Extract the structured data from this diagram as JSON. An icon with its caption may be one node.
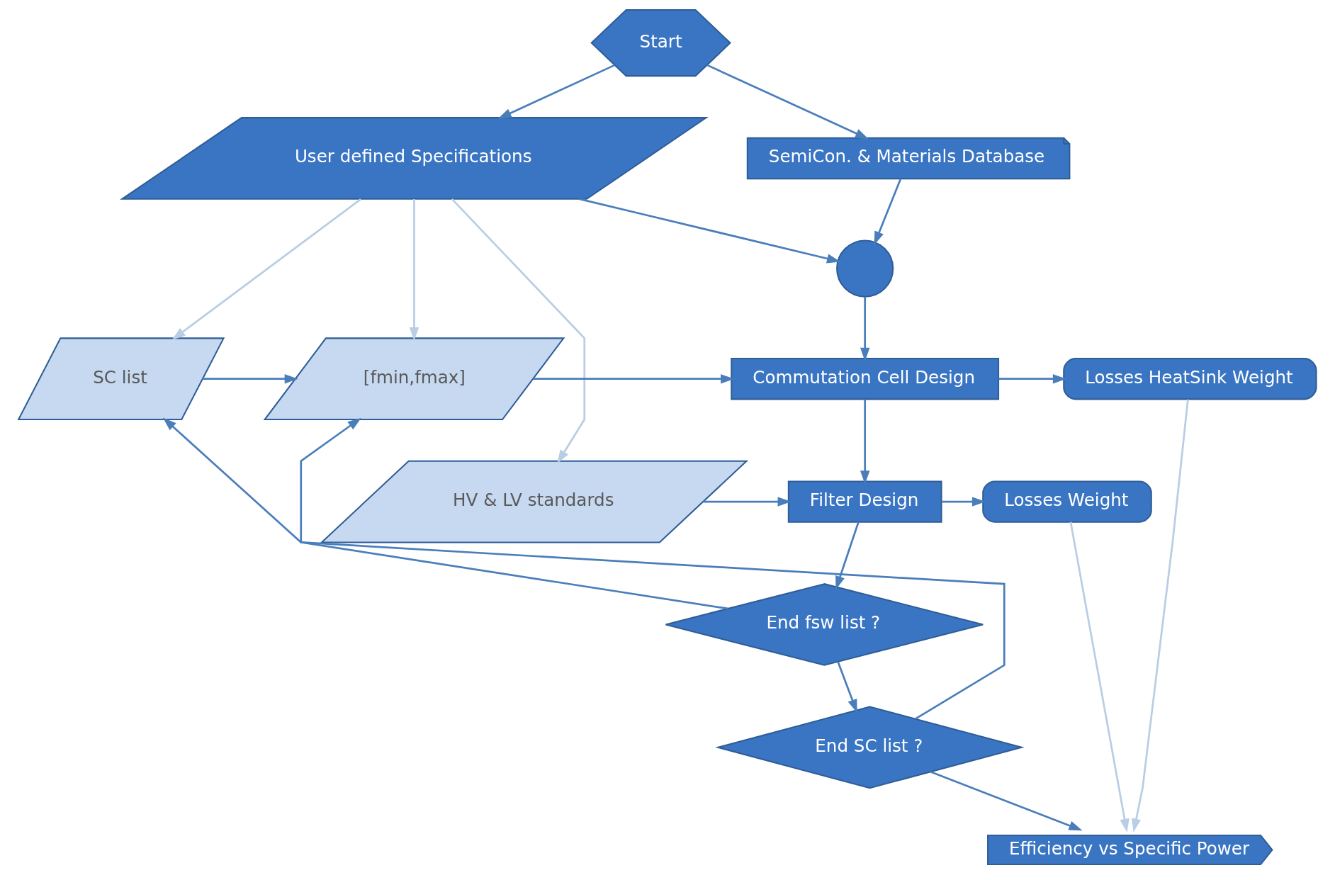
{
  "diagram": {
    "nodes": [
      {
        "text": [
          "Start"
        ]
      },
      {
        "text": [
          "User defined Specifications"
        ]
      },
      {
        "text": [
          "SemiCon. & Materials Database"
        ]
      },
      {
        "text": [],
        "shape": "circle"
      },
      {
        "text": [
          "SC list"
        ]
      },
      {
        "text": [
          "[fmin,fmax]"
        ]
      },
      {
        "text": [
          "Commutation Cell Design"
        ]
      },
      {
        "text": [
          "Losses HeatSink Weight"
        ]
      },
      {
        "text": [
          "HV & LV standards"
        ]
      },
      {
        "text": [
          "Filter Design"
        ]
      },
      {
        "text": [
          "Losses Weight"
        ]
      },
      {
        "text": [
          "End fsw list ?"
        ]
      },
      {
        "text": [
          "End SC list ?"
        ]
      },
      {
        "text": [
          "Efficiency vs Specific Power"
        ]
      }
    ],
    "edges": [
      {
        "from": 0,
        "to": 1,
        "arrow": "to"
      },
      {
        "from": 0,
        "to": 2,
        "arrow": "to"
      },
      {
        "from": 1,
        "to": 3,
        "arrow": "to"
      },
      {
        "from": 2,
        "to": 3,
        "arrow": "to"
      },
      {
        "from": 3,
        "to": 6,
        "arrow": "to"
      },
      {
        "from": 1,
        "to": 4,
        "arrow": "to",
        "color": "#b9cde5"
      },
      {
        "from": 1,
        "to": 5,
        "arrow": "to",
        "color": "#b9cde5"
      },
      {
        "from": 1,
        "to": 8,
        "arrow": "to",
        "color": "#b9cde5"
      },
      {
        "from": 4,
        "to": 5,
        "arrow": "to"
      },
      {
        "from": 5,
        "to": 6,
        "arrow": "to"
      },
      {
        "from": 6,
        "to": 7,
        "arrow": "to"
      },
      {
        "from": 6,
        "to": 9,
        "arrow": "to"
      },
      {
        "from": 8,
        "to": 9,
        "arrow": "to"
      },
      {
        "from": 9,
        "to": 10,
        "arrow": "to"
      },
      {
        "from": 9,
        "to": 11,
        "arrow": "to"
      },
      {
        "from": 11,
        "to": 5,
        "arrow": "to"
      },
      {
        "from": 11,
        "to": 12,
        "arrow": "to"
      },
      {
        "from": 12,
        "to": 4,
        "arrow": "to"
      },
      {
        "from": 12,
        "to": 13,
        "arrow": "to"
      },
      {
        "from": 7,
        "to": 13,
        "arrow": "to",
        "color": "#b9cde5"
      },
      {
        "from": 10,
        "to": 13,
        "arrow": "to",
        "color": "#b9cde5"
      }
    ]
  }
}
